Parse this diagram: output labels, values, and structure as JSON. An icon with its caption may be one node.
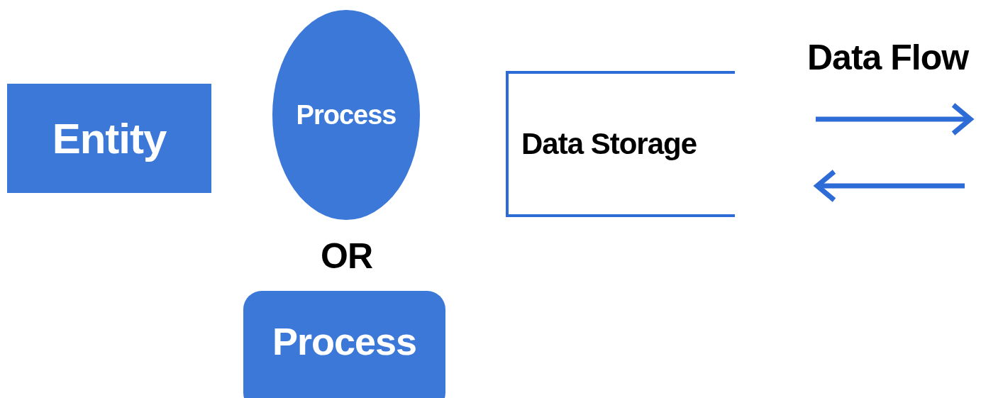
{
  "diagram": {
    "nodes": [
      {
        "text": [
          "Entity"
        ]
      },
      {
        "text": [
          "Process"
        ]
      },
      {
        "text": [
          "Process"
        ]
      },
      {
        "text": [
          "Data Storage"
        ]
      }
    ],
    "labels": [
      "OR",
      "Data Flow"
    ]
  }
}
